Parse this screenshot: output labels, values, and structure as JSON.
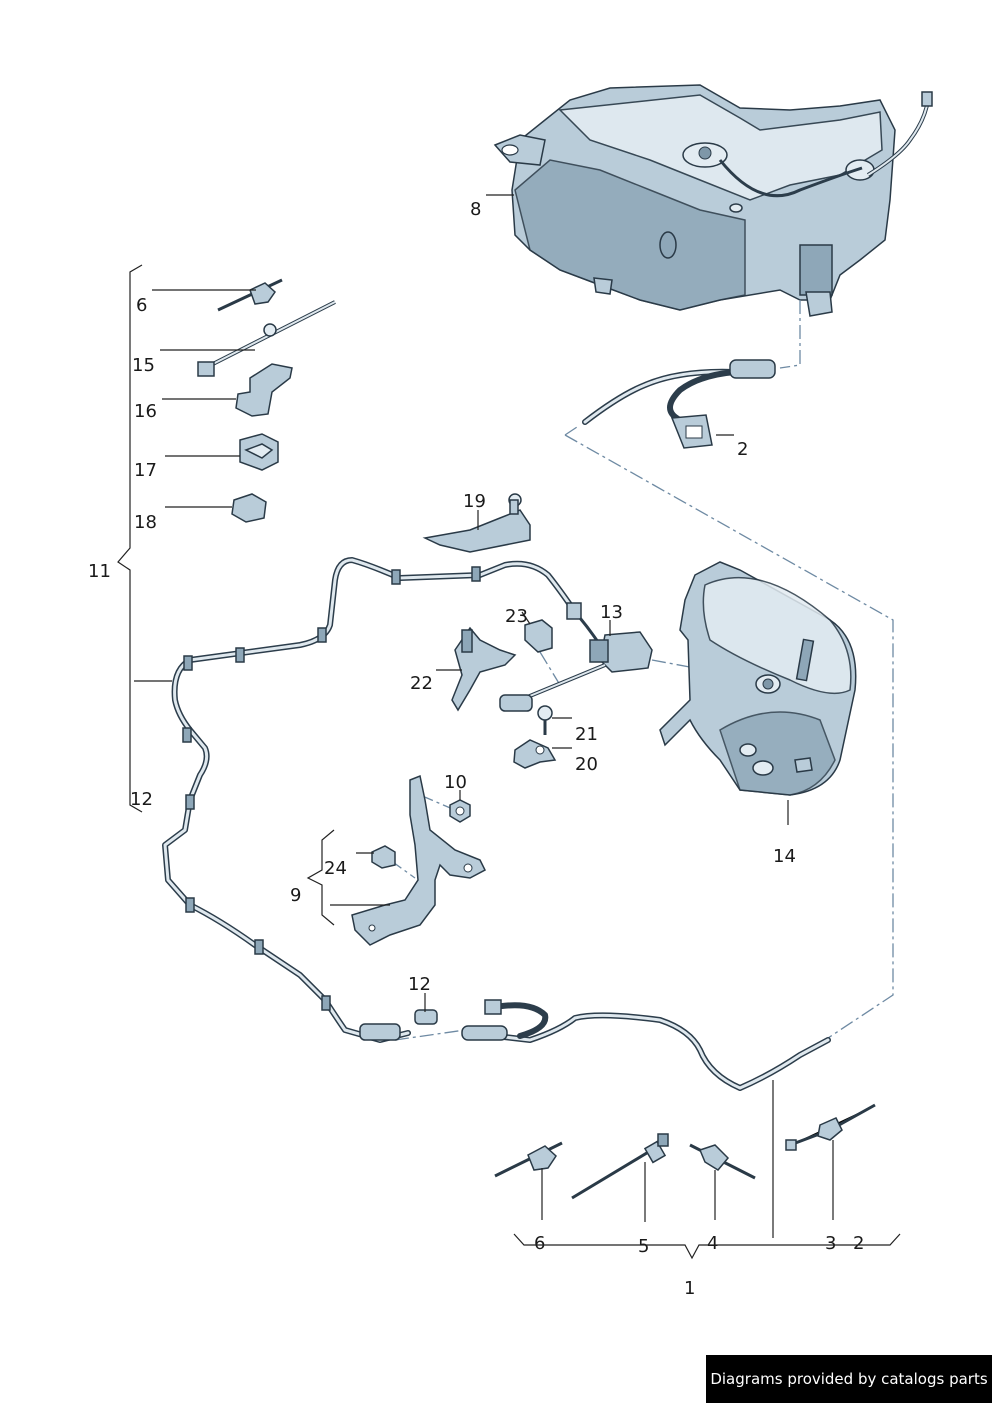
{
  "callouts": {
    "c1": "1",
    "c2a": "2",
    "c2b": "2",
    "c3": "3",
    "c4": "4",
    "c5": "5",
    "c6a": "6",
    "c6b": "6",
    "c8": "8",
    "c9": "9",
    "c10": "10",
    "c11": "11",
    "c12a": "12",
    "c12b": "12",
    "c13": "13",
    "c14": "14",
    "c15": "15",
    "c16": "16",
    "c17": "17",
    "c18": "18",
    "c19": "19",
    "c20": "20",
    "c21": "21",
    "c22": "22",
    "c23": "23",
    "c24": "24"
  },
  "footer": {
    "credit": "Diagrams provided by catalogs parts"
  },
  "colors": {
    "part_fill": "#b9ccd9",
    "outline": "#2a3a47",
    "dashed_connector": "#6e8aa3"
  }
}
